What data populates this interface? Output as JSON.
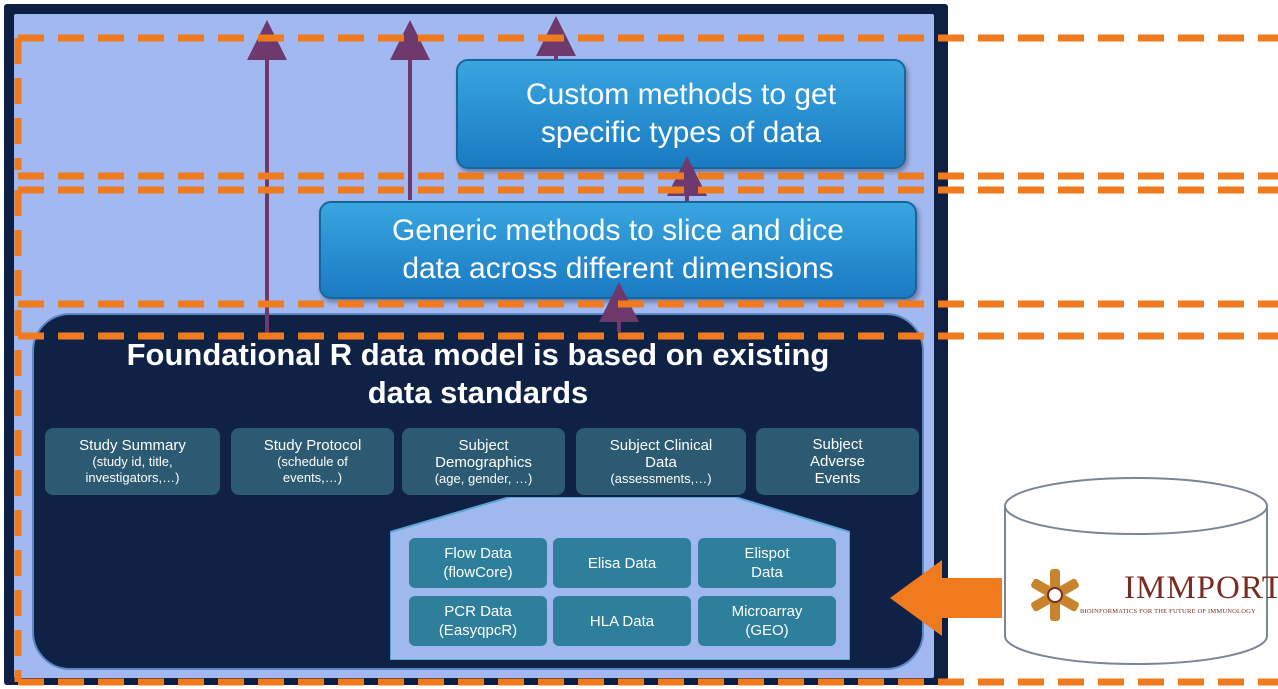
{
  "boxes": {
    "custom": [
      "Custom methods to get",
      "specific types of data"
    ],
    "generic": [
      "Generic methods to slice and dice",
      "data across different dimensions"
    ]
  },
  "foundation": {
    "title_lines": [
      "Foundational R data model is based on existing",
      "data standards"
    ]
  },
  "categories": [
    {
      "lines": [
        "Study Summary"
      ],
      "sub": [
        "(study id, title,",
        "investigators,…)"
      ]
    },
    {
      "lines": [
        "Study Protocol"
      ],
      "sub": [
        "(schedule of",
        "events,…)"
      ]
    },
    {
      "lines": [
        "Subject",
        "Demographics"
      ],
      "sub": [
        "(age, gender, …)"
      ]
    },
    {
      "lines": [
        "Subject Clinical",
        "Data"
      ],
      "sub": [
        "(assessments,…)"
      ]
    },
    {
      "lines": [
        "Subject",
        "Adverse",
        "Events"
      ],
      "sub": []
    }
  ],
  "experiments": [
    [
      "Flow Data",
      "(flowCore)"
    ],
    [
      "Elisa Data"
    ],
    [
      "Elispot",
      "Data"
    ],
    [
      "PCR Data",
      "(EasyqpcR)"
    ],
    [
      "HLA Data"
    ],
    [
      "Microarray",
      "(GEO)"
    ]
  ],
  "immport": {
    "wordmark": "IMMPORT",
    "tagline": "BIOINFORMATICS FOR THE FUTURE OF IMMUNOLOGY"
  },
  "colors": {
    "dash": "#f07a1e",
    "arrow_purple": "#6e3a6e",
    "box_blue": "#2a8fd4",
    "navy": "#0f2145",
    "panel": "#a2b8f0",
    "category": "#2c5a72",
    "experiment": "#2e7f9c"
  }
}
